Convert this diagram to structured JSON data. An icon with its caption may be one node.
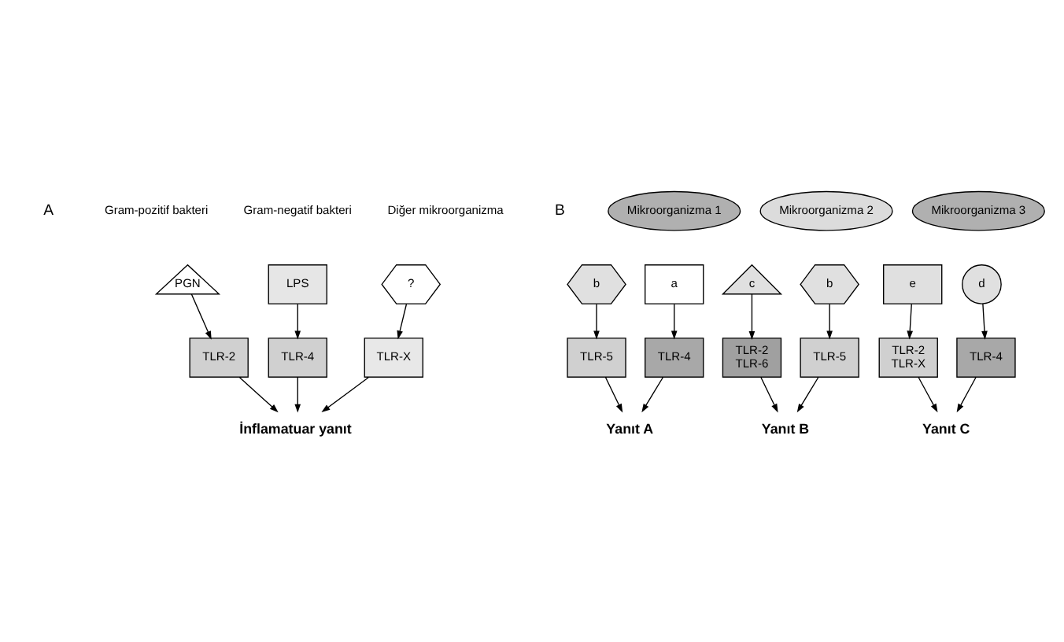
{
  "diagram": {
    "nodes": [
      {
        "text": [
          "PGN"
        ]
      },
      {
        "text": [
          "LPS"
        ]
      },
      {
        "text": [
          "?"
        ]
      },
      {
        "text": [
          "TLR-2"
        ]
      },
      {
        "text": [
          "TLR-4"
        ]
      },
      {
        "text": [
          "TLR-X"
        ]
      },
      {
        "text": [
          "İnflamatuar yanıt"
        ]
      },
      {
        "text": [
          "Mikroorganizma 1"
        ]
      },
      {
        "text": [
          "Mikroorganizma 2"
        ]
      },
      {
        "text": [
          "Mikroorganizma 3"
        ]
      },
      {
        "text": [
          "a"
        ]
      },
      {
        "text": [
          "b"
        ]
      },
      {
        "text": [
          "b"
        ]
      },
      {
        "text": [
          "c"
        ]
      },
      {
        "text": [
          "d"
        ]
      },
      {
        "text": [
          "e"
        ]
      },
      {
        "text": [
          "TLR-4"
        ]
      },
      {
        "text": [
          "TLR-5"
        ]
      },
      {
        "text": [
          "TLR-5"
        ]
      },
      {
        "text": [
          "TLR-2 TLR-6"
        ]
      },
      {
        "text": [
          "TLR-4"
        ]
      },
      {
        "text": [
          "TLR-2 TLR-X"
        ]
      },
      {
        "text": [
          "Yanıt A"
        ]
      },
      {
        "text": [
          "Yanıt B"
        ]
      },
      {
        "text": [
          "Yanıt C"
        ]
      }
    ],
    "edges": [
      {
        "from": 0,
        "to": 3,
        "arrow": "to"
      },
      {
        "from": 1,
        "to": 4,
        "arrow": "to"
      },
      {
        "from": 2,
        "to": 5,
        "arrow": "to"
      },
      {
        "from": 3,
        "to": 6,
        "arrow": "to"
      },
      {
        "from": 4,
        "to": 6,
        "arrow": "to"
      },
      {
        "from": 5,
        "to": 6,
        "arrow": "to"
      },
      {
        "from": 10,
        "to": 16,
        "arrow": "to"
      },
      {
        "from": 11,
        "to": 17,
        "arrow": "to"
      },
      {
        "from": 12,
        "to": 18,
        "arrow": "to"
      },
      {
        "from": 13,
        "to": 19,
        "arrow": "to"
      },
      {
        "from": 14,
        "to": 20,
        "arrow": "to"
      },
      {
        "from": 15,
        "to": 21,
        "arrow": "to"
      },
      {
        "from": 16,
        "to": 22,
        "arrow": "to"
      },
      {
        "from": 17,
        "to": 22,
        "arrow": "to"
      },
      {
        "from": 18,
        "to": 23,
        "arrow": "to"
      },
      {
        "from": 19,
        "to": 23,
        "arrow": "to"
      },
      {
        "from": 20,
        "to": 24,
        "arrow": "to"
      },
      {
        "from": 21,
        "to": 24,
        "arrow": "to"
      }
    ],
    "labels": [
      "A",
      "Gram-pozitif bakteri",
      "Gram-negatif bakteri",
      "Diğer mikroorganizma",
      "B"
    ]
  }
}
